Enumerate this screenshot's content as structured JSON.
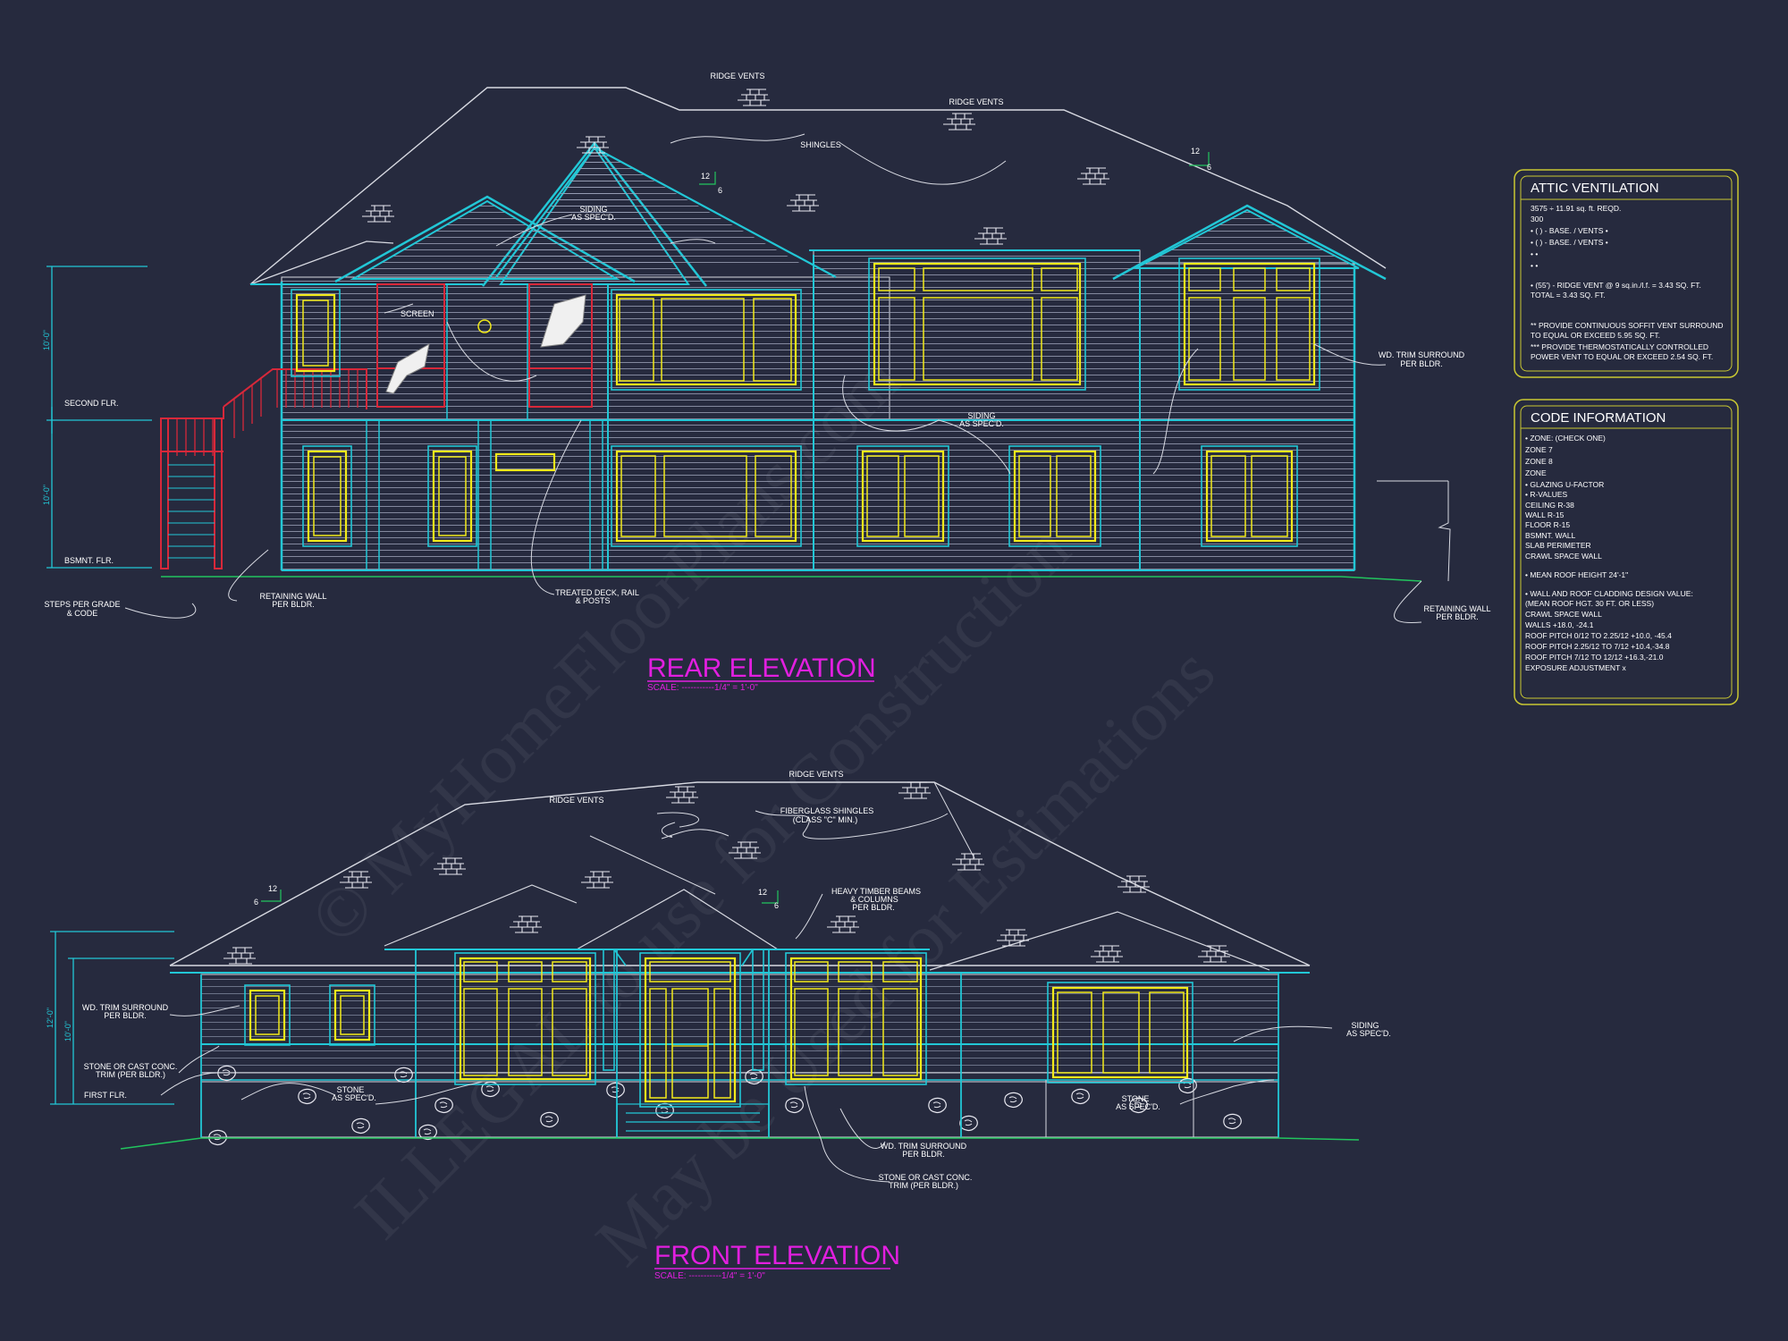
{
  "colors": {
    "background": "#262a3e",
    "linework": "#d8dae2",
    "trim": "#22c7d6",
    "window": "#f2ea1a",
    "deck": "#d8283a",
    "title": "#e21fe0",
    "grade": "#22c55e",
    "box_border": "#c9c832"
  },
  "rear": {
    "title": "REAR ELEVATION",
    "scale": "SCALE: -----------1/4\" = 1'-0\"",
    "pitch_rise": "12",
    "pitch_run": "6",
    "dim_upper": "10'-0\"",
    "dim_lower": "10'-0\"",
    "labels": {
      "ridge_vents_1": "RIDGE VENTS",
      "ridge_vents_2": "RIDGE VENTS",
      "shingles": "SHINGLES",
      "siding_1a": "SIDING",
      "siding_1b": "AS SPEC'D.",
      "siding_2a": "SIDING",
      "siding_2b": "AS SPEC'D.",
      "screen": "SCREEN",
      "second_flr": "SECOND FLR.",
      "bsmnt_flr": "BSMNT. FLR.",
      "steps_a": "STEPS PER GRADE",
      "steps_b": "& CODE",
      "retaining_1a": "RETAINING WALL",
      "retaining_1b": "PER BLDR.",
      "retaining_2a": "RETAINING WALL",
      "retaining_2b": "PER BLDR.",
      "deck_a": "TREATED DECK, RAIL",
      "deck_b": "& POSTS",
      "wd_trim_a": "WD. TRIM SURROUND",
      "wd_trim_b": "PER BLDR."
    }
  },
  "front": {
    "title": "FRONT ELEVATION",
    "scale": "SCALE: -----------1/4\" = 1'-0\"",
    "pitch_rise": "12",
    "pitch_run": "6",
    "dim_outer": "12'-0\"",
    "dim_inner": "10'-0\"",
    "labels": {
      "ridge_vents_1": "RIDGE VENTS",
      "ridge_vents_2": "RIDGE VENTS",
      "fiberglass_a": "FIBERGLASS SHINGLES",
      "fiberglass_b": "(CLASS \"C\" MIN.)",
      "timber_a": "HEAVY TIMBER BEAMS",
      "timber_b": "& COLUMNS",
      "timber_c": "PER BLDR.",
      "wd_trim_1a": "WD. TRIM SURROUND",
      "wd_trim_1b": "PER BLDR.",
      "stone_trim_1a": "STONE OR CAST CONC.",
      "stone_trim_1b": "TRIM (PER BLDR.)",
      "first_flr": "FIRST FLR.",
      "stone_1a": "STONE",
      "stone_1b": "AS SPEC'D.",
      "stone_2a": "STONE",
      "stone_2b": "AS SPEC'D.",
      "siding_a": "SIDING",
      "siding_b": "AS SPEC'D.",
      "wd_trim_2a": "WD. TRIM SURROUND",
      "wd_trim_2b": "PER BLDR.",
      "stone_trim_2a": "STONE OR CAST CONC.",
      "stone_trim_2b": "TRIM (PER BLDR.)"
    }
  },
  "attic": {
    "title": "ATTIC VENTILATION",
    "lines": [
      "3575 ÷ 11.91 sq. ft. REQD.",
      "300",
      "• (   ) -      BASE.    /    VENTS    •",
      "• (   ) -      BASE.    /    VENTS    •",
      "•                                                    •",
      "•                                                    •",
      "• (55') - RIDGE VENT @ 9 sq.in./l.f. = 3.43 SQ. FT.",
      "                                          TOTAL      = 3.43 SQ. FT.",
      "** PROVIDE CONTINUOUS SOFFIT VENT SURROUND",
      "    TO EQUAL OR EXCEED  5.95 SQ. FT.",
      "*** PROVIDE THERMOSTATICALLY CONTROLLED",
      "    POWER VENT TO EQUAL OR EXCEED 2.54 SQ. FT."
    ]
  },
  "code": {
    "title": "CODE INFORMATION",
    "lines": [
      "• ZONE: (CHECK ONE)",
      "      ZONE 7",
      "      ZONE 8",
      "      ZONE",
      "• GLAZING U-FACTOR",
      "• R-VALUES",
      "      CEILING                    R-38",
      "      WALL                          R-15",
      "      FLOOR                       R-15",
      "      BSMNT. WALL",
      "      SLAB PERIMETER",
      "      CRAWL SPACE WALL",
      "• MEAN ROOF HEIGHT  24'-1\"",
      "• WALL AND ROOF CLADDING DESIGN VALUE:",
      "   (MEAN ROOF HGT. 30 FT. OR LESS)",
      "      CRAWL SPACE WALL",
      "      WALLS                                    +18.0, -24.1",
      "      ROOF PITCH 0/12 TO 2.25/12   +10.0, -45.4",
      "      ROOF PITCH 2.25/12 TO 7/12    +10.4,-34.8",
      "      ROOF PITCH 7/12 TO 12/12      +16.3,-21.0",
      "      EXPOSURE ADJUSTMENT              x"
    ]
  },
  "watermark": {
    "line1": "© MyHomeFloorPlans.com",
    "line2": "ILLEGAL to use for Construction",
    "line3": "May be Used for Estimations"
  }
}
